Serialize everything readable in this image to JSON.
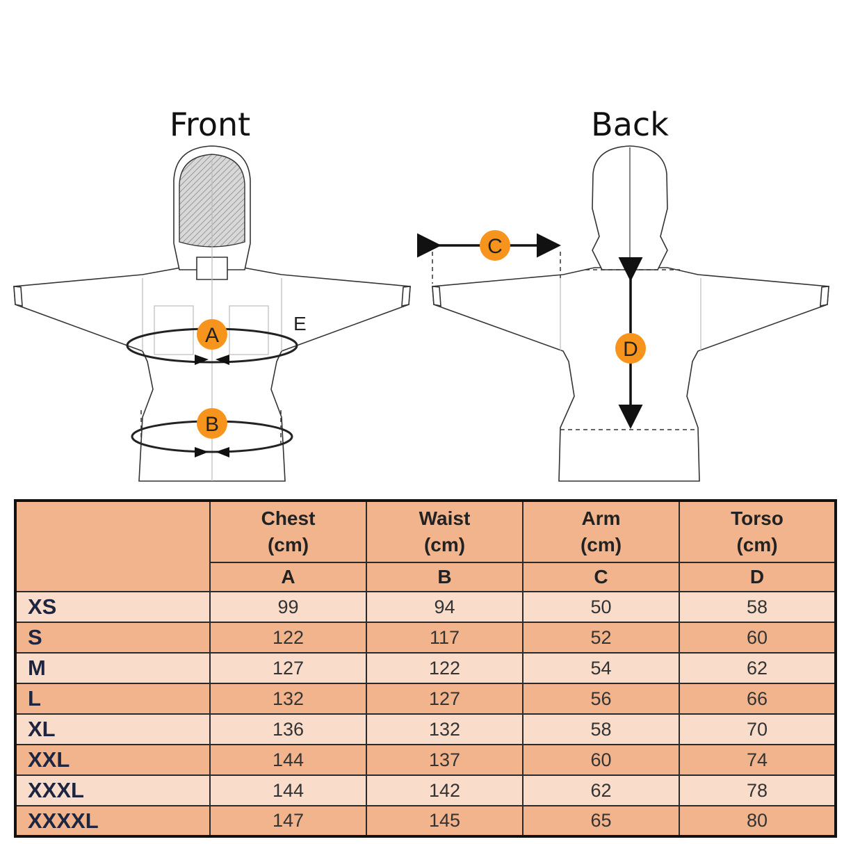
{
  "diagram": {
    "front_label": "Front",
    "back_label": "Back",
    "markers": {
      "a": "A",
      "b": "B",
      "c": "C",
      "d": "D",
      "e": "E"
    },
    "colors": {
      "marker_fill": "#f7941d",
      "outline": "#333333"
    }
  },
  "table": {
    "columns": [
      {
        "title": "Chest",
        "unit": "(cm)",
        "letter": "A"
      },
      {
        "title": "Waist",
        "unit": "(cm)",
        "letter": "B"
      },
      {
        "title": "Arm",
        "unit": "(cm)",
        "letter": "C"
      },
      {
        "title": "Torso",
        "unit": "(cm)",
        "letter": "D"
      }
    ],
    "rows": [
      {
        "size": "XS",
        "values": [
          "99",
          "94",
          "50",
          "58"
        ]
      },
      {
        "size": "S",
        "values": [
          "122",
          "117",
          "52",
          "60"
        ]
      },
      {
        "size": "M",
        "values": [
          "127",
          "122",
          "54",
          "62"
        ]
      },
      {
        "size": "L",
        "values": [
          "132",
          "127",
          "56",
          "66"
        ]
      },
      {
        "size": "XL",
        "values": [
          "136",
          "132",
          "58",
          "70"
        ]
      },
      {
        "size": "XXL",
        "values": [
          "144",
          "137",
          "60",
          "74"
        ]
      },
      {
        "size": "XXXL",
        "values": [
          "144",
          "142",
          "62",
          "78"
        ]
      },
      {
        "size": "XXXXL",
        "values": [
          "147",
          "145",
          "65",
          "80"
        ]
      }
    ],
    "colors": {
      "header": "#f2b48c",
      "row_light": "#fadcca",
      "row_dark": "#f2b48c",
      "size_text": "#1d2540"
    }
  }
}
